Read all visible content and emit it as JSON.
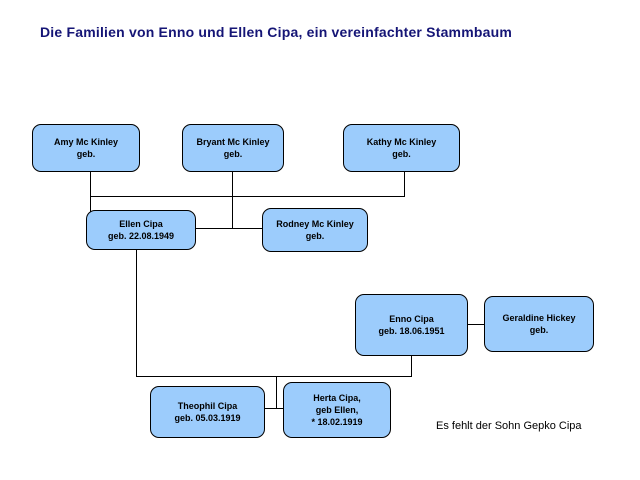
{
  "title": "Die Familien von Enno und Ellen Cipa, ein vereinfachter Stammbaum",
  "note": "Es fehlt der Sohn Gepko Cipa",
  "colors": {
    "title_text": "#151576",
    "node_fill": "#9CCCFC",
    "node_border": "#000000",
    "connector": "#000000",
    "background": "#ffffff",
    "note_text": "#000000"
  },
  "nodes": [
    {
      "id": "amy",
      "name": "amy-mc-kinley",
      "lines": [
        "Amy Mc Kinley",
        "geb."
      ]
    },
    {
      "id": "bryant",
      "name": "bryant-mc-kinley",
      "lines": [
        "Bryant Mc Kinley",
        "geb."
      ]
    },
    {
      "id": "kathy",
      "name": "kathy-mc-kinley",
      "lines": [
        "Kathy Mc Kinley",
        "geb."
      ]
    },
    {
      "id": "ellen",
      "name": "ellen-cipa",
      "lines": [
        "Ellen Cipa",
        "geb. 22.08.1949"
      ]
    },
    {
      "id": "rodney",
      "name": "rodney-mc-kinley",
      "lines": [
        "Rodney Mc Kinley",
        "geb."
      ]
    },
    {
      "id": "enno",
      "name": "enno-cipa",
      "lines": [
        "Enno Cipa",
        "geb. 18.06.1951"
      ]
    },
    {
      "id": "geraldine",
      "name": "geraldine-hickey",
      "lines": [
        "Geraldine Hickey",
        "geb."
      ]
    },
    {
      "id": "theophil",
      "name": "theophil-cipa",
      "lines": [
        "Theophil Cipa",
        "geb. 05.03.1919"
      ]
    },
    {
      "id": "herta",
      "name": "herta-cipa",
      "lines": [
        "Herta Cipa,",
        "geb Ellen,",
        "* 18.02.1919"
      ]
    }
  ]
}
